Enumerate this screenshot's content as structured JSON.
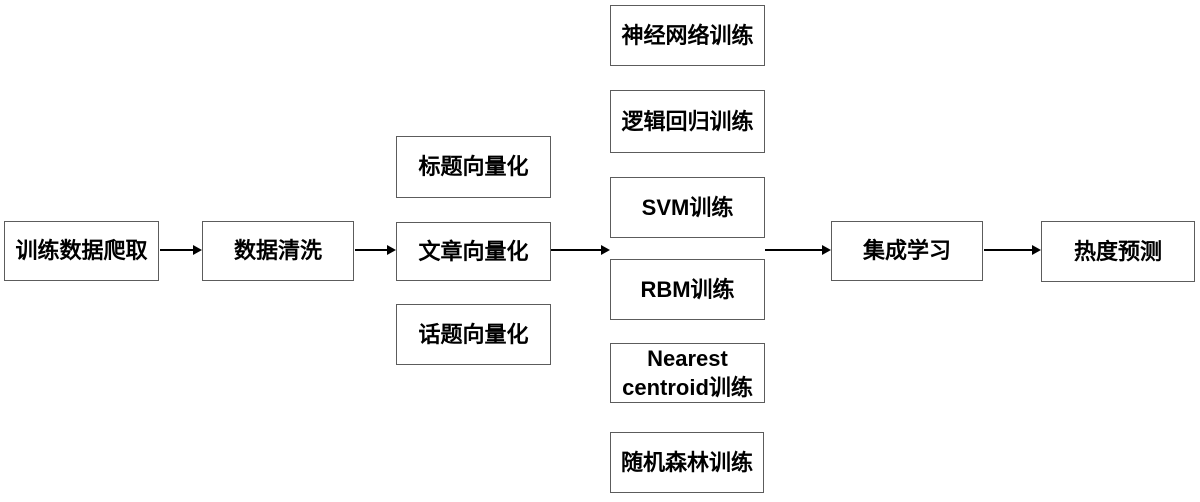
{
  "diagram": {
    "type": "flowchart",
    "direction": "left-to-right",
    "colors": {
      "background": "#ffffff",
      "node_border": "#5c5c5c",
      "node_fill": "#ffffff",
      "text": "#000000",
      "arrow": "#000000"
    },
    "nodes": {
      "crawl": {
        "label": "训练数据爬取"
      },
      "clean": {
        "label": "数据清洗"
      },
      "title_vec": {
        "label": "标题向量化"
      },
      "article_vec": {
        "label": "文章向量化"
      },
      "topic_vec": {
        "label": "话题向量化"
      },
      "nn_train": {
        "label": "神经网络训练"
      },
      "lr_train": {
        "label": "逻辑回归训练"
      },
      "svm_train": {
        "label": "SVM训练"
      },
      "rbm_train": {
        "label": "RBM训练"
      },
      "nc_train": {
        "label": "Nearest centroid训练"
      },
      "rf_train": {
        "label": "随机森林训练"
      },
      "ensemble": {
        "label": "集成学习"
      },
      "predict": {
        "label": "热度预测"
      }
    },
    "groups": {
      "vectorization_group": [
        "title_vec",
        "article_vec",
        "topic_vec"
      ],
      "training_group": [
        "nn_train",
        "lr_train",
        "svm_train",
        "rbm_train",
        "nc_train",
        "rf_train"
      ]
    },
    "edges": [
      {
        "from": "crawl",
        "to": "clean"
      },
      {
        "from": "clean",
        "to": "vectorization_group"
      },
      {
        "from": "vectorization_group",
        "to": "training_group"
      },
      {
        "from": "training_group",
        "to": "ensemble"
      },
      {
        "from": "ensemble",
        "to": "predict"
      }
    ]
  }
}
